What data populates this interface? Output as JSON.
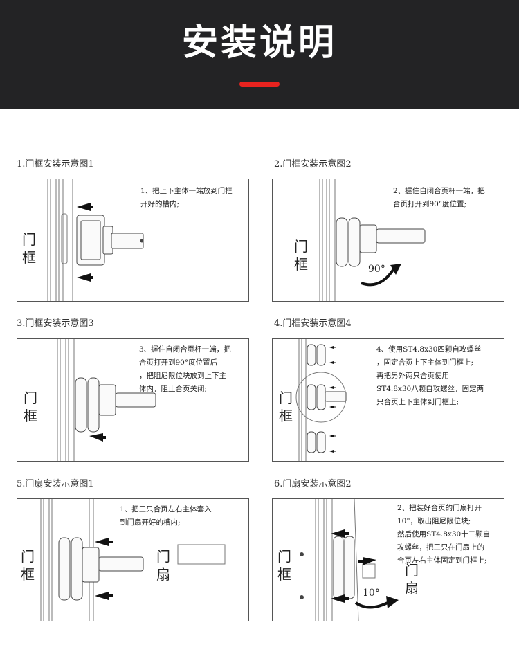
{
  "header": {
    "title": "安装说明"
  },
  "steps": [
    {
      "title": "1.门框安装示意图1",
      "lines": [
        "1、把上下主体一端放到门框",
        "开好的槽内;"
      ],
      "frame_label": "门框"
    },
    {
      "title": "2.门框安装示意图2",
      "lines": [
        "2、握住自闭合页杆一端，把",
        "合页打开到90°度位置;"
      ],
      "frame_label": "门框",
      "angle": "90°"
    },
    {
      "title": "3.门框安装示意图3",
      "lines": [
        "3、握住自闭合页杆一端，把",
        "合页打开到90°度位置后",
        "，把阻尼限位块放到上下主",
        "体内，阻止合页关闭;"
      ],
      "frame_label": "门框"
    },
    {
      "title": "4.门框安装示意图4",
      "lines": [
        "4、使用ST4.8x30四颗自攻螺丝",
        "，固定合页上下主体到门框上;",
        "再把另外两只合页使用",
        "ST4.8x30八颗自攻螺丝，固定两",
        "只合页上下主体到门框上;"
      ],
      "frame_label": "门框"
    },
    {
      "title": "5.门扇安装示意图1",
      "lines": [
        "1、把三只合页左右主体套入",
        "到门扇开好的槽内;"
      ],
      "frame_label": "门框",
      "door_label": "门扇"
    },
    {
      "title": "6.门扇安装示意图2",
      "lines": [
        "2、把装好合页的门扇打开",
        "10°，取出阻尼限位块;",
        "然后使用ST4.8x30十二颗自",
        "攻螺丝，把三只在门扇上的",
        "合页左右主体固定到门框上;"
      ],
      "frame_label": "门框",
      "door_label": "门扇",
      "angle": "10°"
    }
  ]
}
